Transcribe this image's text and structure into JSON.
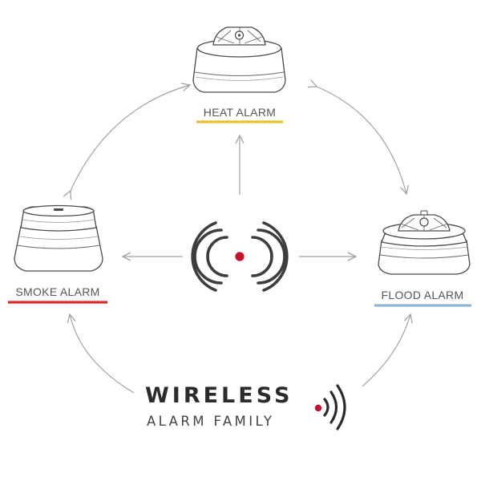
{
  "devices": {
    "heat": {
      "label": "HEAT ALARM",
      "underline_color": "#e3c12f",
      "icon": "heat-alarm-icon"
    },
    "smoke": {
      "label": "SMOKE ALARM",
      "underline_color": "#e02b2b",
      "icon": "smoke-alarm-icon"
    },
    "flood": {
      "label": "FLOOD ALARM",
      "underline_color": "#8fb4d2",
      "icon": "flood-alarm-icon"
    }
  },
  "center": {
    "icon": "wireless-signal-icon",
    "dot_color": "#c8102e"
  },
  "brand": {
    "title": "WIRELESS",
    "subtitle": "ALARM FAMILY",
    "dot_color": "#c8102e",
    "icon": "wireless-waves-icon"
  },
  "colors": {
    "arrow": "#a3a3a3",
    "outline": "#4a4a4a"
  }
}
